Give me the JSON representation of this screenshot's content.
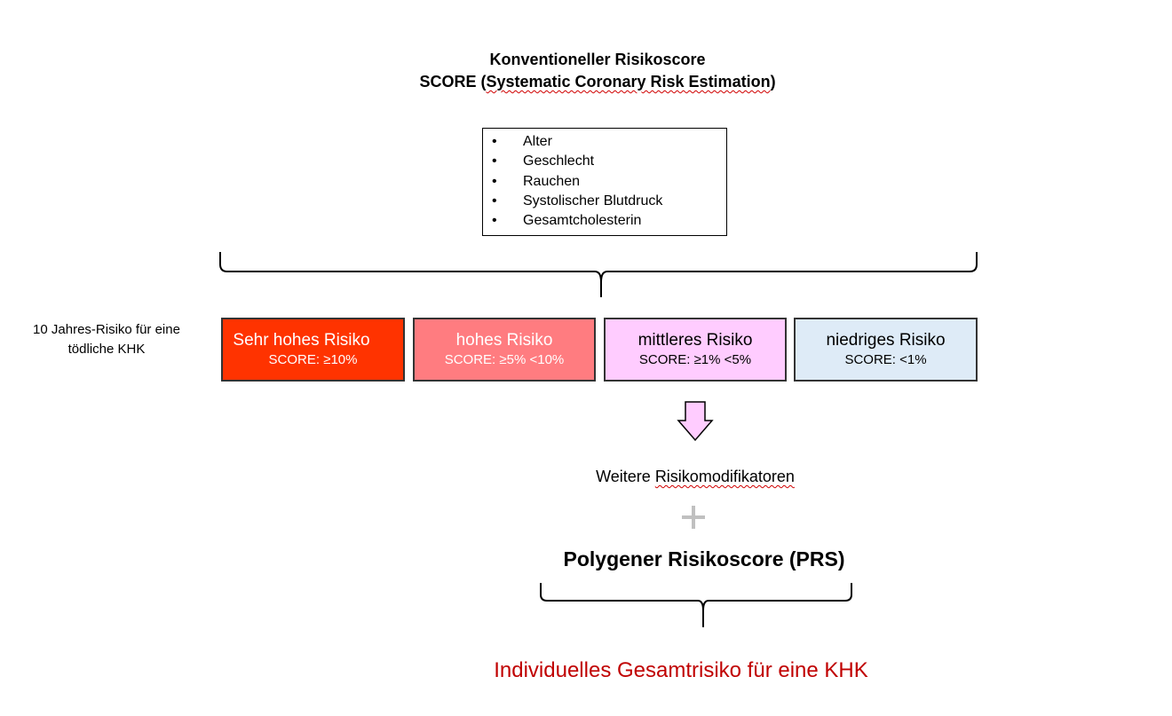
{
  "title": {
    "line1": "Konventioneller Risikoscore",
    "line2_prefix": "SCORE (",
    "line2_underlined": "Systematic Coronary Risk Estimation",
    "line2_suffix": ")"
  },
  "factors": [
    "Alter",
    "Geschlecht",
    "Rauchen",
    "Systolischer Blutdruck",
    "Gesamtcholesterin"
  ],
  "side_label": {
    "line1": "10 Jahres-Risiko für eine",
    "line2": "tödliche KHK"
  },
  "risk_levels": [
    {
      "name": "Sehr hohes Risiko",
      "score": "SCORE: ≥10%",
      "color": "#ff3300",
      "text_color": "#ffffff"
    },
    {
      "name": "hohes Risiko",
      "score": "SCORE: ≥5% <10%",
      "color": "#ff7c80",
      "text_color": "#ffffff"
    },
    {
      "name": "mittleres Risiko",
      "score": "SCORE: ≥1% <5%",
      "color": "#ffccff",
      "text_color": "#000000"
    },
    {
      "name": "niedriges Risiko",
      "score": "SCORE: <1%",
      "color": "#deebf7",
      "text_color": "#000000"
    }
  ],
  "arrow_color": "#ffccff",
  "modifier": {
    "prefix": "Weitere ",
    "underlined": "Risikomodifikatoren"
  },
  "prs": "Polygener Risikoscore (PRS)",
  "total": "Individuelles Gesamtrisiko für eine KHK",
  "accent_color": "#c00000"
}
